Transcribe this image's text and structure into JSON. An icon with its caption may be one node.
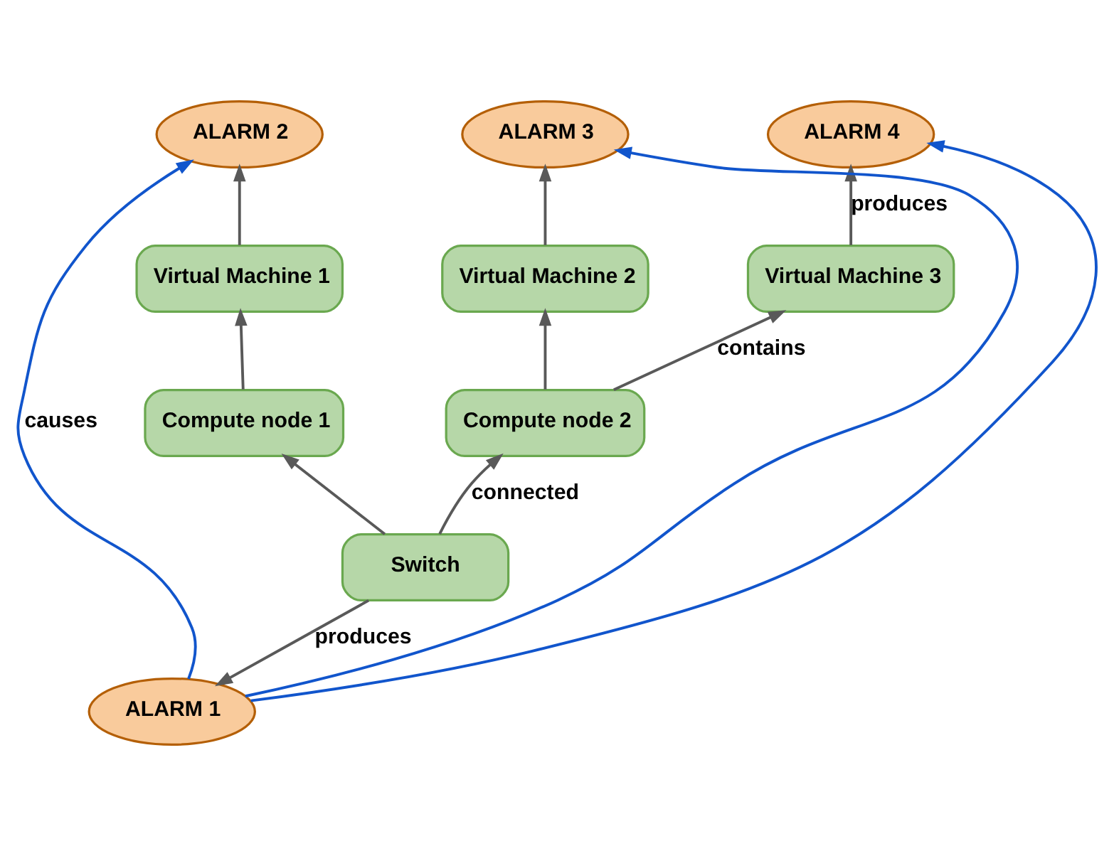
{
  "diagram": {
    "nodes": [
      {
        "text": [
          "ALARM 2"
        ]
      },
      {
        "text": [
          "ALARM 3"
        ]
      },
      {
        "text": [
          "ALARM 4"
        ]
      },
      {
        "text": [
          "Virtual Machine 1"
        ]
      },
      {
        "text": [
          "Virtual Machine 2"
        ]
      },
      {
        "text": [
          "Virtual Machine 3"
        ]
      },
      {
        "text": [
          "Compute node 1"
        ]
      },
      {
        "text": [
          "Compute node 2"
        ]
      },
      {
        "text": [
          "Switch"
        ]
      },
      {
        "text": [
          "ALARM 1"
        ]
      }
    ],
    "edges": [
      {
        "from": 3,
        "to": 0,
        "arrow": "to"
      },
      {
        "from": 4,
        "to": 1,
        "arrow": "to"
      },
      {
        "from": 5,
        "to": 2,
        "arrow": "to",
        "label": "produces"
      },
      {
        "from": 6,
        "to": 3,
        "arrow": "to"
      },
      {
        "from": 7,
        "to": 4,
        "arrow": "to"
      },
      {
        "from": 7,
        "to": 5,
        "arrow": "to",
        "label": "contains"
      },
      {
        "from": 8,
        "to": 6,
        "arrow": "to"
      },
      {
        "from": 8,
        "to": 7,
        "arrow": "to",
        "label": "connected"
      },
      {
        "from": 8,
        "to": 9,
        "arrow": "to",
        "label": "produces"
      },
      {
        "from": 9,
        "to": 0,
        "arrow": "to",
        "color": "#1155cc",
        "label": "causes"
      },
      {
        "from": 9,
        "to": 1,
        "arrow": "to",
        "color": "#1155cc"
      },
      {
        "from": 9,
        "to": 2,
        "arrow": "to",
        "color": "#1155cc"
      }
    ]
  }
}
